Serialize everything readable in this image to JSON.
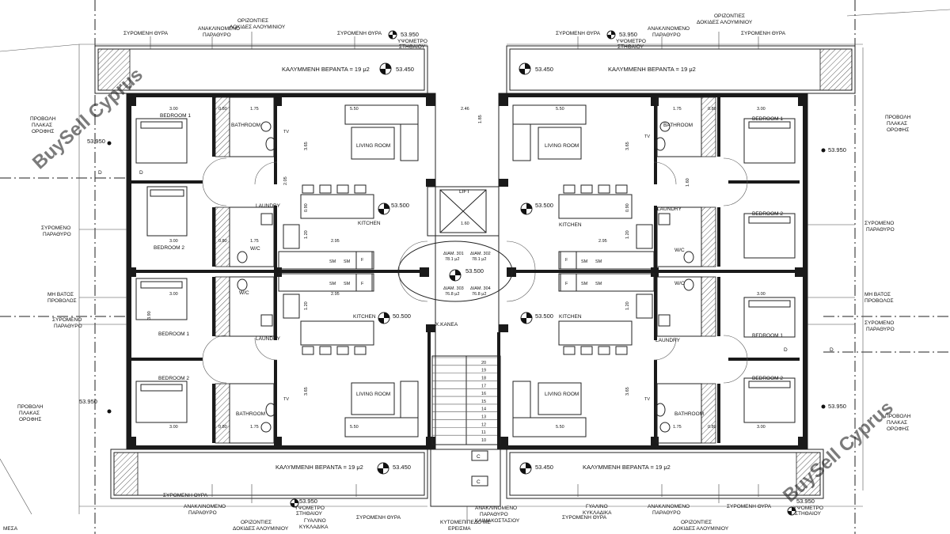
{
  "labels": {
    "verandah": "ΚΑΛΥΜΜΕΝΗ ΒΕΡΑΝΤΑ = 19 μ2",
    "sliding_door": "ΣΥΡΟΜΕΝΗ ΘΥΡΑ",
    "tilting_window": "ΑΝΑΚΛΙΝΟΜΕΝΟ ΠΑΡΑΘΥΡΟ",
    "aluminium_beams": "ΟΡΙΖΟΝΤΙΕΣ ΔΟΚΙΔΕΣ ΑΛΟΥΜΙΝΙΟΥ",
    "level_height": "ΥΨΟΜΕΤΡΟ ΣΤΗΘΑΙΟΥ",
    "projection": "ΠΡΟΒΟΛΗ ΠΛΑΚΑΣ ΟΡΟΦΗΣ",
    "sliding_window": "ΣΥΡΟΜΕΝΟ ΠΑΡΑΘΥΡΟ",
    "wall_in": "ΜΗ ΒΑΤΟΣ ΠΡΟΒΟΛΟΣ",
    "glass_block": "ΓΥΑΛΙΝΟ ΚΥΚΛΑΔΙΚΑ",
    "stairwell_glass": "ΚΥΤΟΜΕΠΙΠΕΔΟ ΜΕ ΕΡΕΙΣΜΑ ΥΑΛΟΣΤΑΣΙΟΥ",
    "stair_window": "ΑΝΑΚΛΙΝΟΜΕΝΟ ΠΑΡΑΘΥΡΟ ΚΛΙΜΑΚΟΣΤΑΣΙΟΥ",
    "mesa": "ΜΕΣΑ",
    "lift": "LIFT",
    "down": "Χ.ΚΑΝΕΑ"
  },
  "rooms": {
    "bedroom1": "BEDROOM 1",
    "bedroom2": "BEDROOM 2",
    "bathroom": "BATHROOM",
    "living": "LIVING ROOM",
    "kitchen": "KITCHEN",
    "laundry": "LAUNDRY",
    "wc": "W/C"
  },
  "levels": {
    "l53950": "53.950",
    "l53450": "53.450",
    "l53500": "53.500",
    "l50500": "50.500"
  },
  "apartments": {
    "a301": "ΔΙΑΜ. 301",
    "a301_area": "78.1 μ2",
    "a302": "ΔΙΑΜ. 302",
    "a302_area": "78.1 μ2",
    "a303": "ΔΙΑΜ. 303",
    "a303_area": "76.8 μ2",
    "a304": "ΔΙΑΜ. 304",
    "a304_area": "76.8 μ2"
  },
  "dims": {
    "d300": "3.00",
    "d080": "0.80",
    "d175": "1.75",
    "d550": "5.50",
    "d365": "3.65",
    "d295": "2.95",
    "d390": "3.90",
    "d246": "2.46",
    "d160": "1.60",
    "d120": "1.20",
    "d090": "0.90",
    "d205": "2.05",
    "d185": "1.85"
  },
  "appliances": {
    "sm": "SM",
    "f": "F",
    "tv": "TV"
  },
  "markers": {
    "c": "C",
    "d": "D"
  },
  "stairs": [
    "20",
    "19",
    "18",
    "17",
    "16",
    "15",
    "14",
    "13",
    "12",
    "11",
    "10"
  ],
  "watermark": "BuySell Cyprus",
  "colors": {
    "ink": "#1a1a1a",
    "watermark": "#9a9a9a",
    "paper": "#ffffff"
  }
}
